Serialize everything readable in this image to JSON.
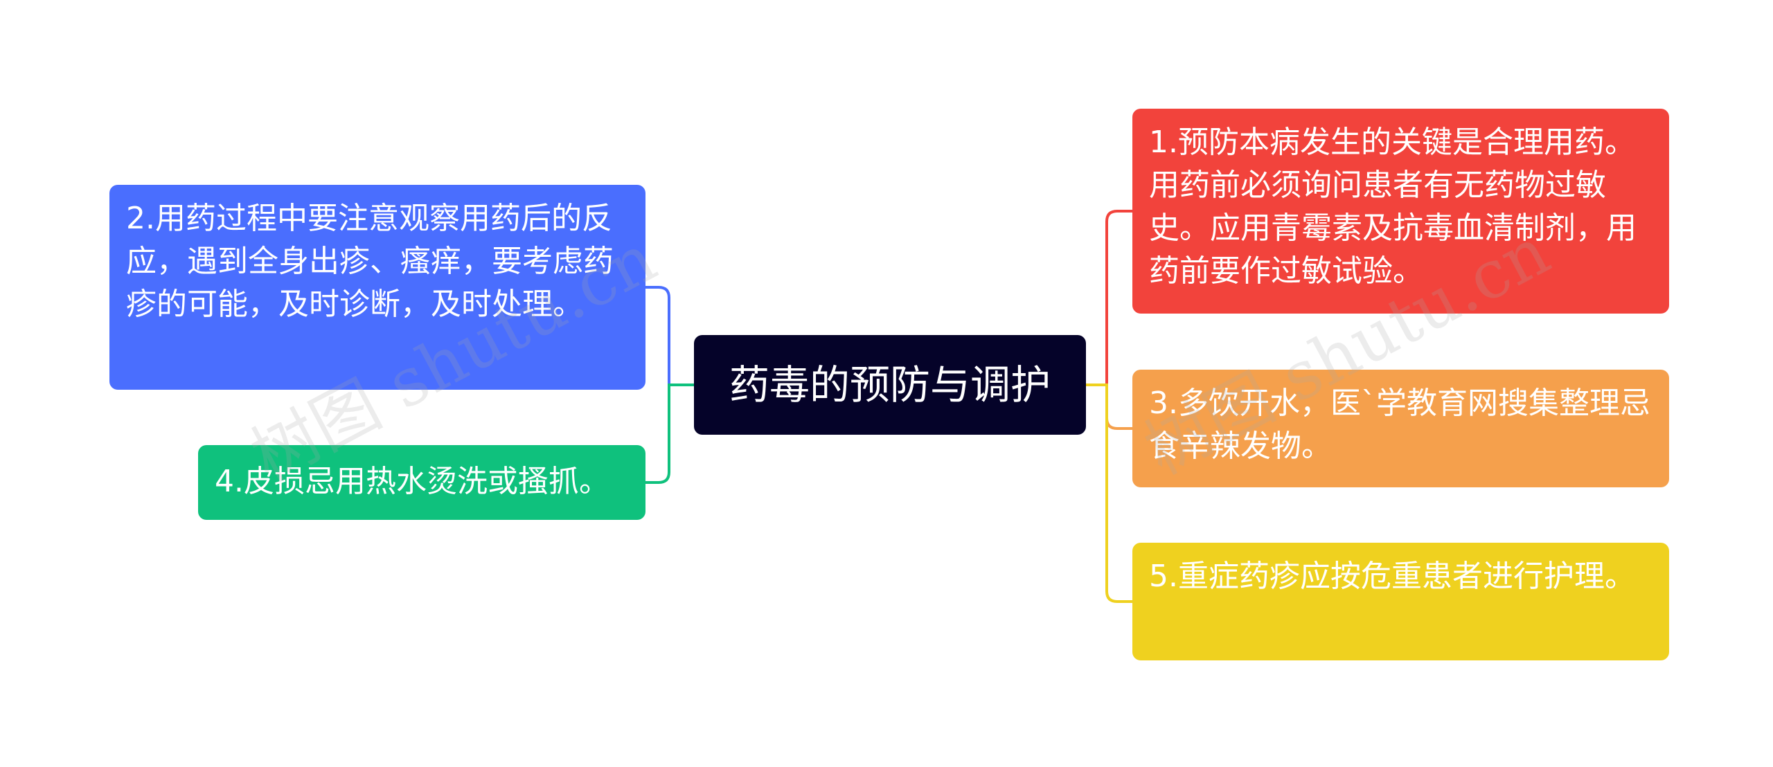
{
  "center": {
    "label": "药毒的预防与调护"
  },
  "branches": [
    {
      "id": "1",
      "label": "1.预防本病发生的关键是合理用药。用药前必须询问患者有无药物过敏史。应用青霉素及抗毒血清制剂，用药前要作过敏试验。",
      "color": "#f2433c",
      "side": "right"
    },
    {
      "id": "3",
      "label": "3.多饮开水，医`学教育网搜集整理忌食辛辣发物。",
      "color": "#f5a04c",
      "side": "right"
    },
    {
      "id": "5",
      "label": "5.重症药疹应按危重患者进行护理。",
      "color": "#efd11f",
      "side": "right"
    },
    {
      "id": "2",
      "label": "2.用药过程中要注意观察用药后的反应，遇到全身出疹、瘙痒，要考虑药疹的可能，及时诊断，及时处理。",
      "color": "#4a6efe",
      "side": "left"
    },
    {
      "id": "4",
      "label": "4.皮损忌用热水烫洗或搔抓。",
      "color": "#0fc17d",
      "side": "left"
    }
  ],
  "watermark": "树图 shutu.cn",
  "center_color": "#050329"
}
